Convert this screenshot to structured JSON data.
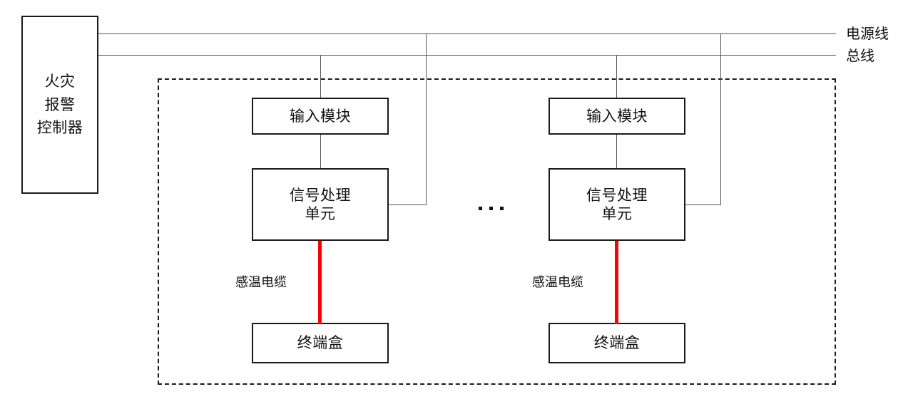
{
  "diagram": {
    "title_blocks": {
      "controller": "火灾\n报警\n控制器",
      "controller_line1": "火灾",
      "controller_line2": "报警",
      "controller_line3": "控制器"
    },
    "bus_labels": {
      "power_line": "电源线",
      "bus_line": "总线"
    },
    "groups": [
      {
        "input_module": "输入模块",
        "signal_unit_line1": "信号处理",
        "signal_unit_line2": "单元",
        "cable_label": "感温电缆",
        "terminal_box": "终端盒"
      },
      {
        "input_module": "输入模块",
        "signal_unit_line1": "信号处理",
        "signal_unit_line2": "单元",
        "cable_label": "感温电缆",
        "terminal_box": "终端盒"
      }
    ],
    "continuation": "…",
    "colors": {
      "cable": "#ff0000",
      "box_border": "#1a1a1a",
      "wire": "#555555",
      "region_border": "#1a1a1a",
      "background": "#ffffff",
      "text": "#111111"
    }
  }
}
